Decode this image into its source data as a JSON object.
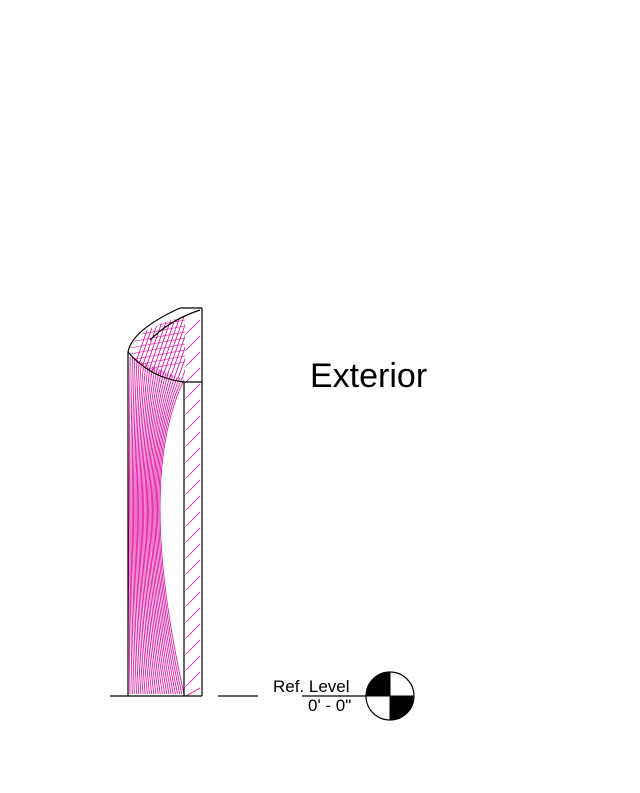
{
  "view": {
    "side_label": "Exterior",
    "level": {
      "name": "Ref. Level",
      "elevation": "0' - 0\""
    }
  },
  "colors": {
    "hatch": "#e0009a",
    "line": "#000000",
    "background": "#ffffff"
  }
}
